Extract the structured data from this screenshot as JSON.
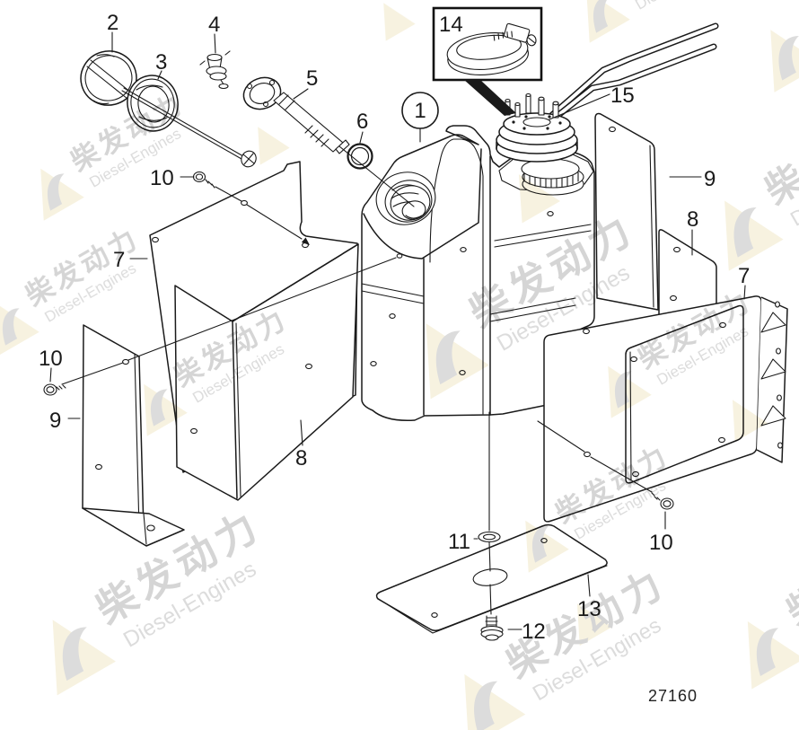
{
  "figure": {
    "type": "exploded-parts-diagram",
    "subject": "fuel tank assembly",
    "drawing_number": "27160",
    "callouts": {
      "c1": "1",
      "c2": "2",
      "c3": "3",
      "c4": "4",
      "c5": "5",
      "c6": "6",
      "c7": "7",
      "c8": "8",
      "c9": "9",
      "c10": "10",
      "c11": "11",
      "c12": "12",
      "c13": "13",
      "c14": "14",
      "c15": "15"
    },
    "colors": {
      "line": "#1a1a1a",
      "background": "#ffffff",
      "watermark_gray": "#d0d0d0",
      "watermark_cream": "#f6f1dd"
    }
  },
  "watermark": {
    "text_cn": "柴发动力",
    "text_en": "Diesel-Engines",
    "logo": "diesel-engines-triangle-logo"
  }
}
